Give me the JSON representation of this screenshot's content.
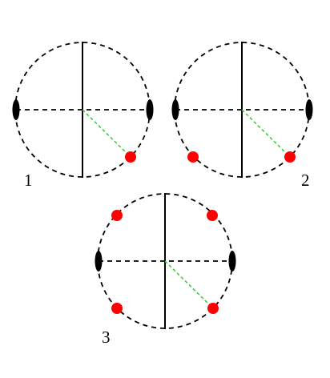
{
  "colors": {
    "line": "#000000",
    "marker": "#000000",
    "dot": "#ff0000",
    "radius_line": "#33cc33",
    "background": "#ffffff"
  },
  "panels": [
    {
      "label": "1",
      "red_dots": 1
    },
    {
      "label": "2",
      "red_dots": 2
    },
    {
      "label": "3",
      "red_dots": 4
    }
  ]
}
